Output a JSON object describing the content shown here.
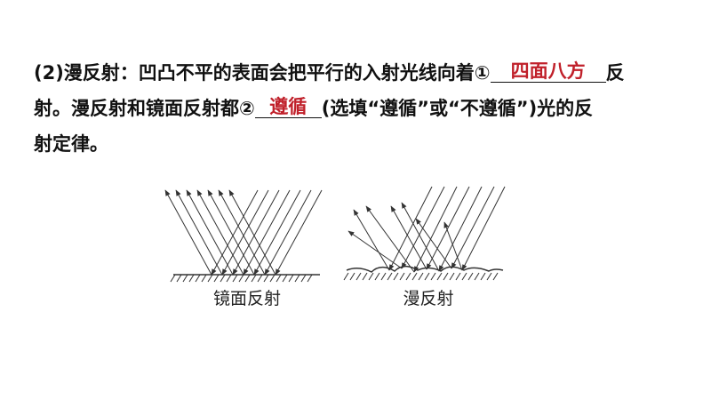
{
  "question": {
    "line1_a": "(2)漫反射：凹凸不平的表面会把平行的入射光线向着①",
    "line1_b": "反",
    "line2_a": "射。漫反射和镜面反射都②",
    "line2_b": "(选填“遵循”或“不遵循”)光的反",
    "line3": "射定律。",
    "answer1": "四面八方",
    "answer2": "遵循"
  },
  "figure": {
    "mirror_caption": "镜面反射",
    "diffuse_caption": "漫反射"
  },
  "colors": {
    "answer": "#c0202a",
    "text": "#111111",
    "lines": "#333333"
  }
}
